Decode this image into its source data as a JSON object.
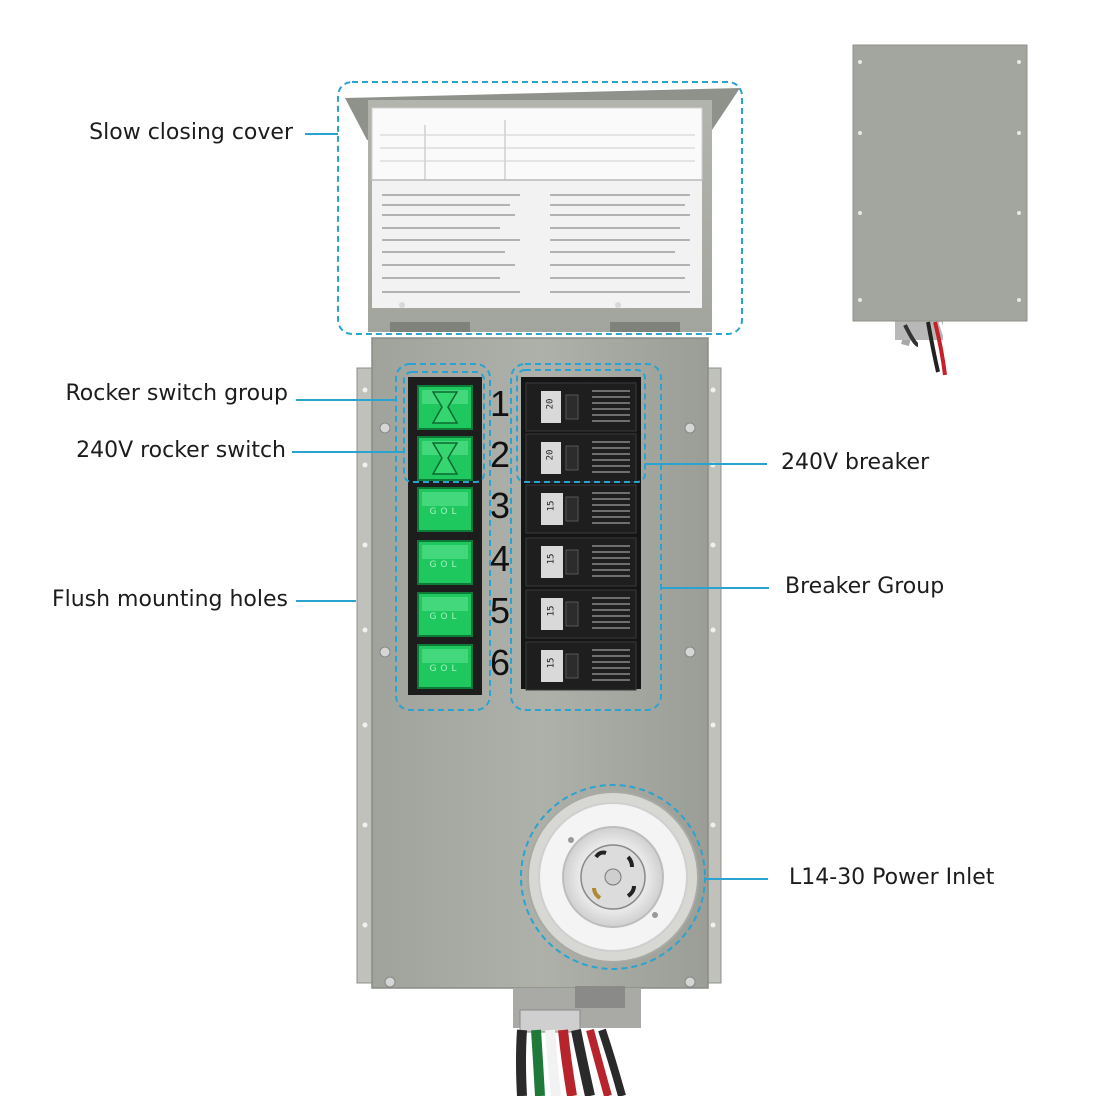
{
  "labels": {
    "cover": "Slow closing cover",
    "rocker_group": "Rocker switch group",
    "rocker_240v": "240V rocker switch",
    "mounting_holes": "Flush mounting holes",
    "breaker_240v": "240V breaker",
    "breaker_group": "Breaker Group",
    "power_inlet": "L14-30 Power Inlet"
  },
  "circuits": [
    {
      "number": "1",
      "rating": "20"
    },
    {
      "number": "2",
      "rating": "20"
    },
    {
      "number": "3",
      "rating": "15"
    },
    {
      "number": "4",
      "rating": "15"
    },
    {
      "number": "5",
      "rating": "15"
    },
    {
      "number": "6",
      "rating": "15"
    }
  ],
  "switch_marking": "GOL",
  "colors": {
    "enclosure": "#a7aaa2",
    "rocker_green": "#1ec85e",
    "callout_blue": "#2ba3d0",
    "breaker_black": "#1b1b1b"
  }
}
